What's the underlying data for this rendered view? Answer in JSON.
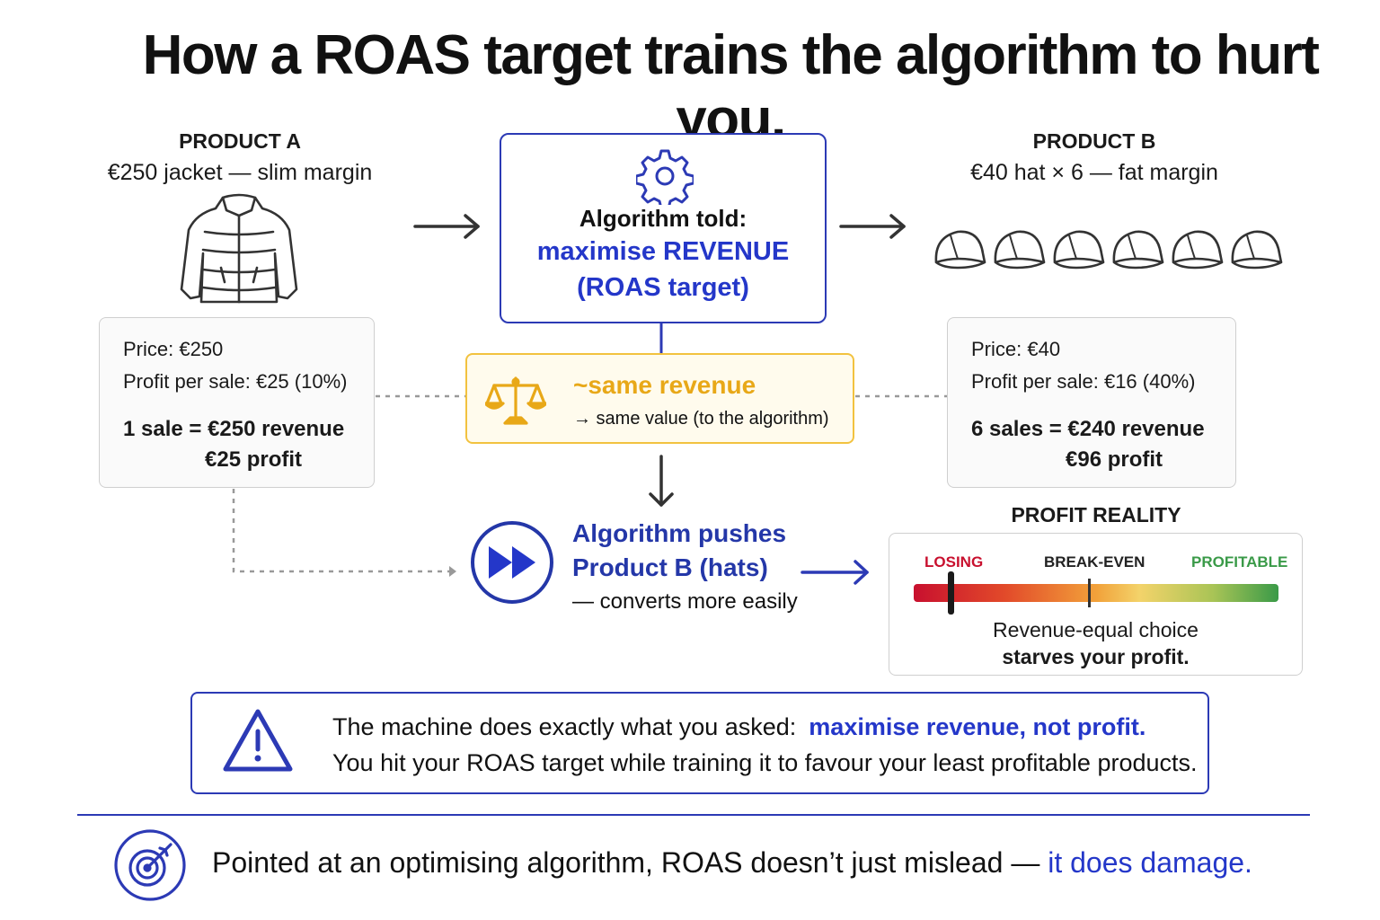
{
  "title": "How a ROAS target trains the algorithm to hurt you.",
  "product_a": {
    "heading": "PRODUCT A",
    "subtitle": "€250 jacket — slim margin",
    "icon": "jacket-icon",
    "price": "Price: €250",
    "profit_per_sale": "Profit per sale: €25 (10%)",
    "sales_line": "1 sale = €250 revenue",
    "profit_line": "€25 profit"
  },
  "product_b": {
    "heading": "PRODUCT B",
    "subtitle": "€40 hat × 6 — fat margin",
    "icon": "cap-icon",
    "price": "Price: €40",
    "profit_per_sale": "Profit per sale: €16 (40%)",
    "sales_line": "6 sales = €240 revenue",
    "profit_line": "€96 profit"
  },
  "algorithm": {
    "icon": "gear-icon",
    "told": "Algorithm told:",
    "goal_line1": "maximise REVENUE",
    "goal_line2": "(ROAS target)"
  },
  "revenue": {
    "icon": "balance-scale-icon",
    "title": "~same revenue",
    "subtitle": "→ same value (to the algorithm)"
  },
  "push": {
    "icon": "fast-forward-icon",
    "line1": "Algorithm pushes",
    "line2": "Product B (hats)",
    "line3": "— converts more easily"
  },
  "profit_reality": {
    "heading": "PROFIT REALITY",
    "labels": {
      "losing": "LOSING",
      "break_even": "BREAK-EVEN",
      "profitable": "PROFITABLE"
    },
    "marker_fraction": 0.1,
    "break_even_fraction": 0.48,
    "caption_line1": "Revenue-equal choice",
    "caption_line2": "starves your profit."
  },
  "warning": {
    "icon": "warning-triangle-icon",
    "line1": "The machine does exactly what you asked:",
    "line1_highlight": "maximise revenue, not profit.",
    "line2": "You hit your ROAS target while training it to favour your least profitable products."
  },
  "footer": {
    "icon": "target-icon",
    "text": "Pointed at an optimising algorithm, ROAS doesn’t just mislead —",
    "highlight": "it does damage."
  },
  "colors": {
    "accent_blue": "#2437c9",
    "amber": "#e8a818",
    "losing_red": "#c8102e",
    "profitable_green": "#3a9a48"
  }
}
